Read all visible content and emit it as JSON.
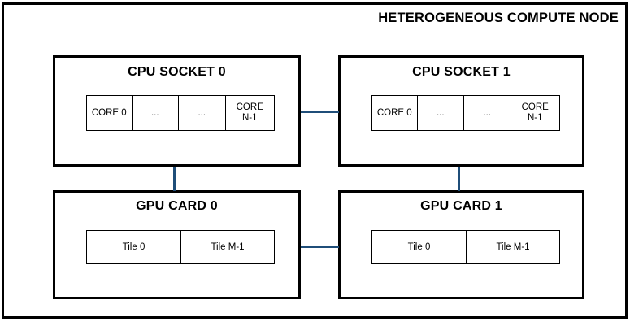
{
  "diagram": {
    "title": "HETEROGENEOUS COMPUTE NODE",
    "accent_color": "#1F4E79",
    "line_color": "#000000",
    "background_color": "#FFFFFF",
    "units": [
      {
        "id": "cpu-socket-0",
        "title": "CPU SOCKET 0",
        "cells": [
          {
            "label": "CORE 0"
          },
          {
            "label": "..."
          },
          {
            "label": "..."
          },
          {
            "label": "CORE\nN-1"
          }
        ]
      },
      {
        "id": "cpu-socket-1",
        "title": "CPU SOCKET 1",
        "cells": [
          {
            "label": "CORE 0"
          },
          {
            "label": "..."
          },
          {
            "label": "..."
          },
          {
            "label": "CORE\nN-1"
          }
        ]
      },
      {
        "id": "gpu-card-0",
        "title": "GPU CARD 0",
        "cells": [
          {
            "label": "Tile 0"
          },
          {
            "label": "Tile M-1"
          }
        ]
      },
      {
        "id": "gpu-card-1",
        "title": "GPU CARD 1",
        "cells": [
          {
            "label": "Tile 0"
          },
          {
            "label": "Tile M-1"
          }
        ]
      }
    ],
    "links": [
      {
        "id": "cpu0-cpu1",
        "from": "cpu-socket-0",
        "to": "cpu-socket-1",
        "orientation": "horizontal"
      },
      {
        "id": "gpu0-gpu1",
        "from": "gpu-card-0",
        "to": "gpu-card-1",
        "orientation": "horizontal"
      },
      {
        "id": "cpu0-gpu0",
        "from": "cpu-socket-0",
        "to": "gpu-card-0",
        "orientation": "vertical"
      },
      {
        "id": "cpu1-gpu1",
        "from": "cpu-socket-1",
        "to": "gpu-card-1",
        "orientation": "vertical"
      }
    ]
  }
}
